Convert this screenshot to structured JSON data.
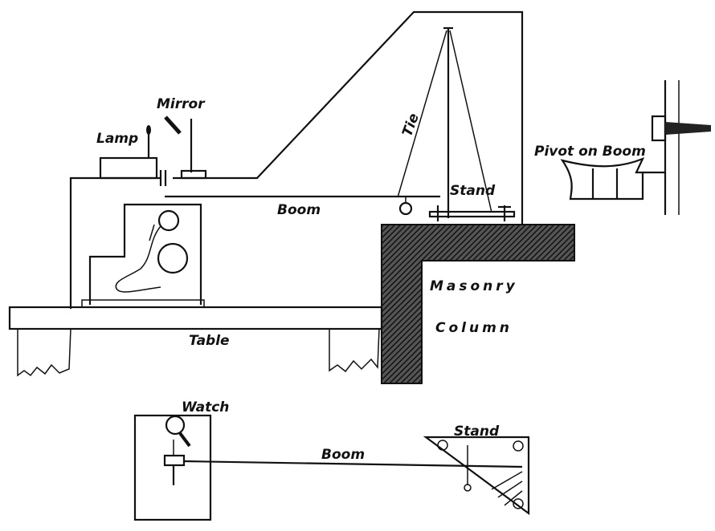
{
  "labels": {
    "mirror": "Mirror",
    "lamp": "Lamp",
    "tie": "Tie",
    "stand": "Stand",
    "boom": "Boom",
    "pivot": "Pivot on Boom",
    "masonry": "Masonry",
    "column": "Column",
    "table": "Table",
    "watch": "Watch",
    "plan_stand": "Stand",
    "plan_boom": "Boom"
  }
}
